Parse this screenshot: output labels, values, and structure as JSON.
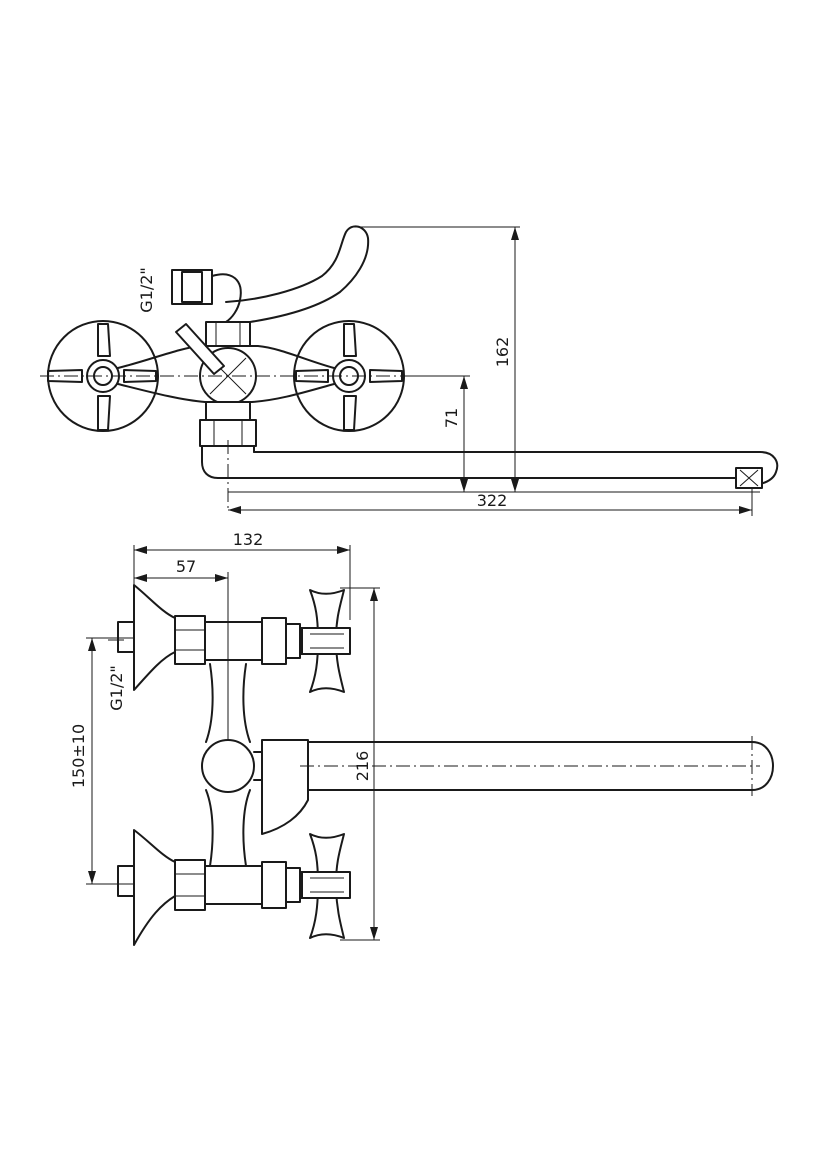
{
  "top_view": {
    "thread_label": "G1/2\"",
    "dim_height_label": "162",
    "dim_axis_label": "71",
    "dim_length_label": "322"
  },
  "bottom_view": {
    "dim_depth_label": "132",
    "dim_offset_label": "57",
    "thread_label": "G1/2\"",
    "dim_centers_label": "150±10",
    "dim_height_label": "216"
  }
}
